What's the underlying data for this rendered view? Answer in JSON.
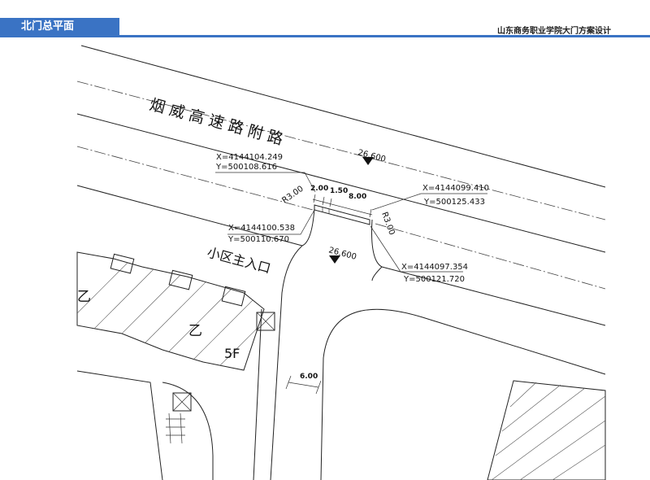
{
  "header": {
    "tab_title": "北门总平面",
    "document_title": "山东商务职业学院大门方案设计",
    "accent_color": "#3a73c4"
  },
  "drawing": {
    "road_name": "烟威高速路附路",
    "entrance_label": "小区主入口",
    "elevation_1": "26.600",
    "elevation_2": "26.600",
    "coords": [
      {
        "x": "X=4144104.249",
        "y": "Y=500108.616"
      },
      {
        "x": "X=4144100.538",
        "y": "Y=500110.670"
      },
      {
        "x": "X=4144099.410",
        "y": "Y=500125.433"
      },
      {
        "x": "X=4144097.354",
        "y": "Y=500121.720"
      }
    ],
    "radius_left": "R3.00",
    "radius_right": "R3.00",
    "dim_a": "2.00",
    "dim_b": "1.50",
    "dim_c": "8.00",
    "dim_road": "6.00",
    "bldg_label_1": "乙",
    "bldg_label_2": "乙",
    "bldg_floor": "5F"
  }
}
